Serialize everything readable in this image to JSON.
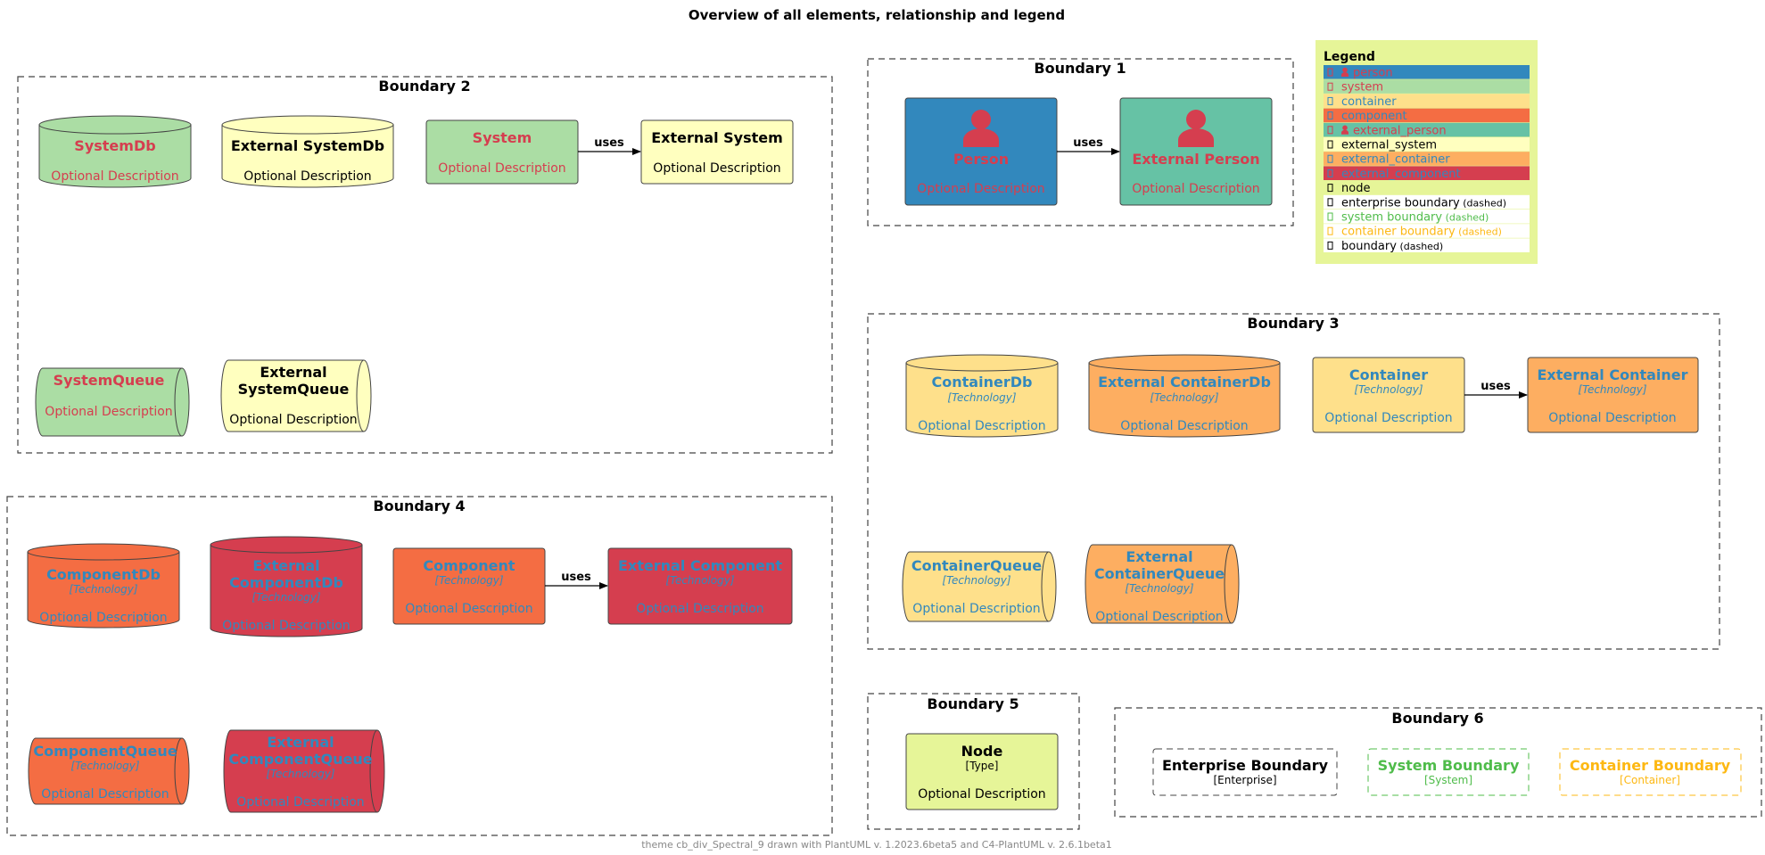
{
  "diagram": {
    "title": "Overview of all elements, relationship and legend",
    "footer": "theme cb_div_Spectral_9 drawn with PlantUML v. 1.2023.6beta5 and C4-PlantUML v. 2.6.1beta1"
  },
  "colors": {
    "person": "#3288bd",
    "external_person": "#66c2a5",
    "system": "#abdda4",
    "external_system": "#ffffbf",
    "container": "#fee08b",
    "external_container": "#fdae61",
    "component": "#f46d43",
    "external_component": "#d53e4f",
    "node": "#e6f598",
    "text_red": "#d53e4f",
    "text_blue": "#3288bd",
    "boundary_system": "#4fbc4a",
    "boundary_container": "#fdb813",
    "legend_bg": "#e6f598"
  },
  "boundaries": {
    "b1": "Boundary 1",
    "b2": "Boundary 2",
    "b3": "Boundary 3",
    "b4": "Boundary 4",
    "b5": "Boundary 5",
    "b6": "Boundary 6"
  },
  "relationship_label": "uses",
  "elements": {
    "person": {
      "name": "Person",
      "desc": "Optional Description"
    },
    "external_person": {
      "name": "External Person",
      "desc": "Optional Description"
    },
    "system_db": {
      "name": "SystemDb",
      "desc": "Optional Description"
    },
    "external_system_db": {
      "name": "External SystemDb",
      "desc": "Optional Description"
    },
    "system": {
      "name": "System",
      "desc": "Optional Description"
    },
    "external_system": {
      "name": "External System",
      "desc": "Optional Description"
    },
    "system_queue": {
      "name": "SystemQueue",
      "desc": "Optional Description"
    },
    "external_system_queue": {
      "name_line1": "External",
      "name_line2": "SystemQueue",
      "desc": "Optional Description"
    },
    "container_db": {
      "name": "ContainerDb",
      "tech": "[Technology]",
      "desc": "Optional Description"
    },
    "external_container_db": {
      "name": "External ContainerDb",
      "tech": "[Technology]",
      "desc": "Optional Description"
    },
    "container": {
      "name": "Container",
      "tech": "[Technology]",
      "desc": "Optional Description"
    },
    "external_container": {
      "name": "External Container",
      "tech": "[Technology]",
      "desc": "Optional Description"
    },
    "container_queue": {
      "name": "ContainerQueue",
      "tech": "[Technology]",
      "desc": "Optional Description"
    },
    "external_container_queue": {
      "name_line1": "External",
      "name_line2": "ContainerQueue",
      "tech": "[Technology]",
      "desc": "Optional Description"
    },
    "component_db": {
      "name": "ComponentDb",
      "tech": "[Technology]",
      "desc": "Optional Description"
    },
    "external_component_db": {
      "name_line1": "External",
      "name_line2": "ComponentDb",
      "tech": "[Technology]",
      "desc": "Optional Description"
    },
    "component": {
      "name": "Component",
      "tech": "[Technology]",
      "desc": "Optional Description"
    },
    "external_component": {
      "name": "External Component",
      "tech": "[Technology]",
      "desc": "Optional Description"
    },
    "component_queue": {
      "name": "ComponentQueue",
      "tech": "[Technology]",
      "desc": "Optional Description"
    },
    "external_component_queue": {
      "name_line1": "External",
      "name_line2": "ComponentQueue",
      "tech": "[Technology]",
      "desc": "Optional Description"
    },
    "node": {
      "name": "Node",
      "type": "[Type]",
      "desc": "Optional Description"
    },
    "enterprise_boundary": {
      "name": "Enterprise Boundary",
      "type": "[Enterprise]"
    },
    "system_boundary": {
      "name": "System Boundary",
      "type": "[System]"
    },
    "container_boundary": {
      "name": "Container Boundary",
      "type": "[Container]"
    }
  },
  "legend": {
    "title": "Legend",
    "items": [
      {
        "label": "person",
        "bg": "#3288bd",
        "fg": "#d53e4f",
        "icon": "person-icon"
      },
      {
        "label": "system",
        "bg": "#abdda4",
        "fg": "#d53e4f"
      },
      {
        "label": "container",
        "bg": "#fee08b",
        "fg": "#3288bd"
      },
      {
        "label": "component",
        "bg": "#f46d43",
        "fg": "#3288bd"
      },
      {
        "label": "external_person",
        "bg": "#66c2a5",
        "fg": "#d53e4f",
        "icon": "person-icon"
      },
      {
        "label": "external_system",
        "bg": "#ffffbf",
        "fg": "#000000"
      },
      {
        "label": "external_container",
        "bg": "#fdae61",
        "fg": "#3288bd"
      },
      {
        "label": "external_component",
        "bg": "#d53e4f",
        "fg": "#3288bd"
      },
      {
        "label": "node",
        "bg": "#e6f598",
        "fg": "#000000"
      },
      {
        "label": "enterprise boundary",
        "suffix": "(dashed)",
        "bg": "#ffffff",
        "fg": "#000000"
      },
      {
        "label": "system boundary",
        "suffix": "(dashed)",
        "bg": "#ffffff",
        "fg": "#4fbc4a"
      },
      {
        "label": "container boundary",
        "suffix": "(dashed)",
        "bg": "#ffffff",
        "fg": "#fdb813"
      },
      {
        "label": "boundary",
        "suffix": "(dashed)",
        "bg": "#ffffff",
        "fg": "#000000"
      }
    ]
  }
}
